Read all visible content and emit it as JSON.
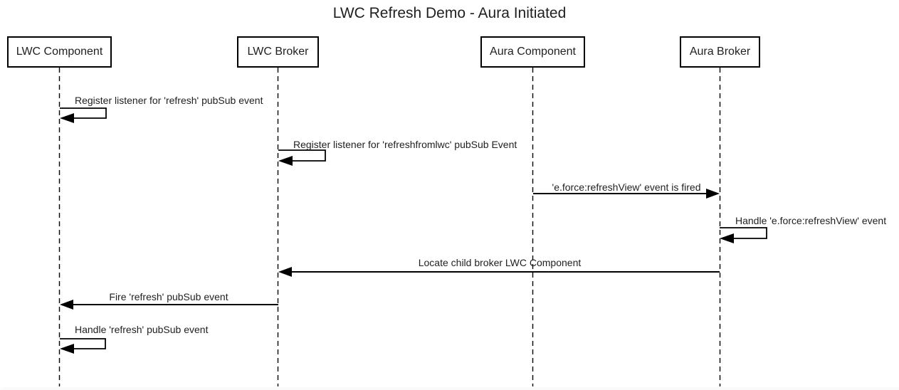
{
  "title": "LWC Refresh Demo - Aura Initiated",
  "colors": {
    "line": "#000000",
    "text": "#1f1f1f",
    "background": "#ffffff",
    "actor_fill": "#ffffff",
    "actor_border": "#000000"
  },
  "diagram": {
    "type": "sequence-diagram",
    "actors": [
      {
        "id": "lwc-component",
        "label": "LWC Component"
      },
      {
        "id": "lwc-broker",
        "label": "LWC Broker"
      },
      {
        "id": "aura-component",
        "label": "Aura Component"
      },
      {
        "id": "aura-broker",
        "label": "Aura Broker"
      }
    ],
    "messages": [
      {
        "from": "LWC Component",
        "to": "LWC Component",
        "kind": "self",
        "label": "Register listener for 'refresh' pubSub event"
      },
      {
        "from": "LWC Broker",
        "to": "LWC Broker",
        "kind": "self",
        "label": "Register listener for 'refreshfromlwc' pubSub Event"
      },
      {
        "from": "Aura Component",
        "to": "Aura Broker",
        "kind": "solid-arrow",
        "label": "'e.force:refreshView' event is fired"
      },
      {
        "from": "Aura Broker",
        "to": "Aura Broker",
        "kind": "self",
        "label": "Handle 'e.force:refreshView' event"
      },
      {
        "from": "Aura Broker",
        "to": "LWC Broker",
        "kind": "solid-arrow",
        "label": "Locate child broker LWC Component"
      },
      {
        "from": "LWC Broker",
        "to": "LWC Component",
        "kind": "solid-arrow",
        "label": "Fire 'refresh' pubSub event"
      },
      {
        "from": "LWC Component",
        "to": "LWC Component",
        "kind": "self",
        "label": "Handle 'refresh' pubSub event"
      }
    ]
  }
}
